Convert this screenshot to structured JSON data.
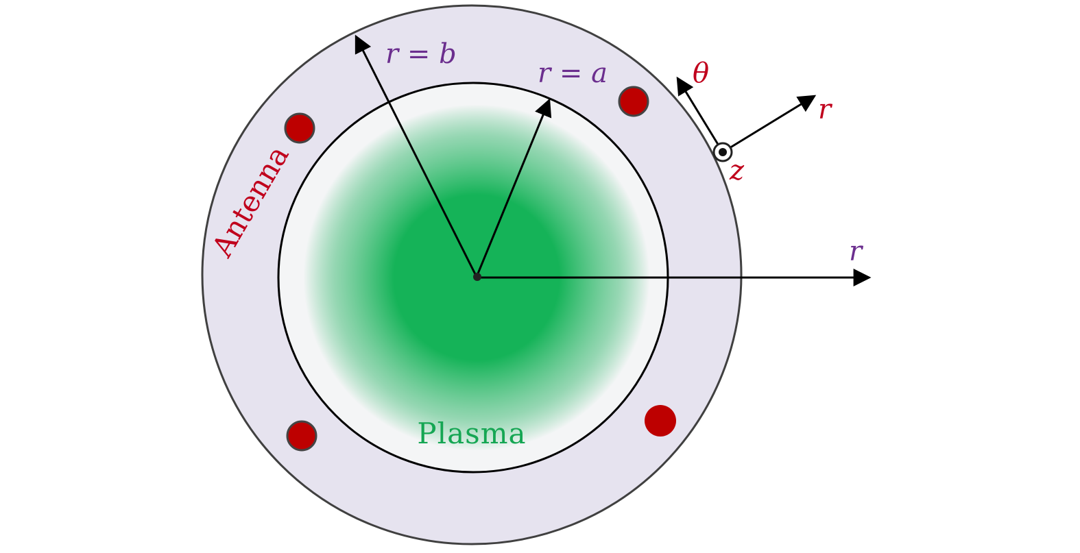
{
  "labels": {
    "radius_b": "r = b",
    "radius_a": "r = a",
    "axis_r": "r",
    "antenna": "Antenna",
    "plasma": "Plasma",
    "local_theta": "θ",
    "local_r": "r",
    "local_z": "z"
  },
  "colors": {
    "background": "#ffffff",
    "antenna_region": "#e6e3ef",
    "outer_ring_stroke": "#404040",
    "inner_ring_stroke": "#000000",
    "plasma_center": "#15b358",
    "plasma_edge": "#f4f5f6",
    "antenna_conductor": "#bd0000",
    "conductor_stroke": "#444444",
    "arrow": "#000000",
    "purple_label": "#6b2e8e",
    "red_label": "#c0001c",
    "green_label": "#15a653"
  },
  "icons": {
    "conductor": "filled-red-circle",
    "out_of_page": "dot-in-circle"
  }
}
